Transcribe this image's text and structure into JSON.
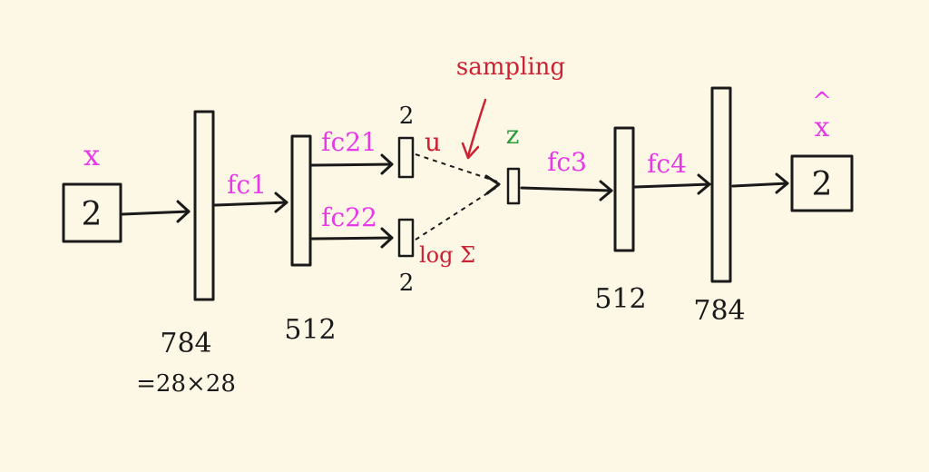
{
  "colors": {
    "background": "#fdf8e6",
    "ink": "#1a1a1a",
    "layer_label": "#e63ae6",
    "annotation": "#cc2233",
    "latent": "#2a9a3a"
  },
  "input": {
    "symbol": "x",
    "digit": "2"
  },
  "output": {
    "symbol": "x",
    "hat": "^",
    "digit": "2"
  },
  "layers": {
    "input_layer": {
      "size": "784",
      "note": "=28×28"
    },
    "hidden_encoder": {
      "size": "512"
    },
    "mu": {
      "size": "2",
      "name": "u"
    },
    "logvar": {
      "size": "2",
      "name": "log Σ"
    },
    "z": {
      "name": "z"
    },
    "hidden_decoder": {
      "size": "512"
    },
    "output_layer": {
      "size": "784"
    }
  },
  "connections": {
    "fc1": "fc1",
    "fc21": "fc21",
    "fc22": "fc22",
    "fc3": "fc3",
    "fc4": "fc4"
  },
  "annotation": {
    "sampling": "sampling"
  }
}
